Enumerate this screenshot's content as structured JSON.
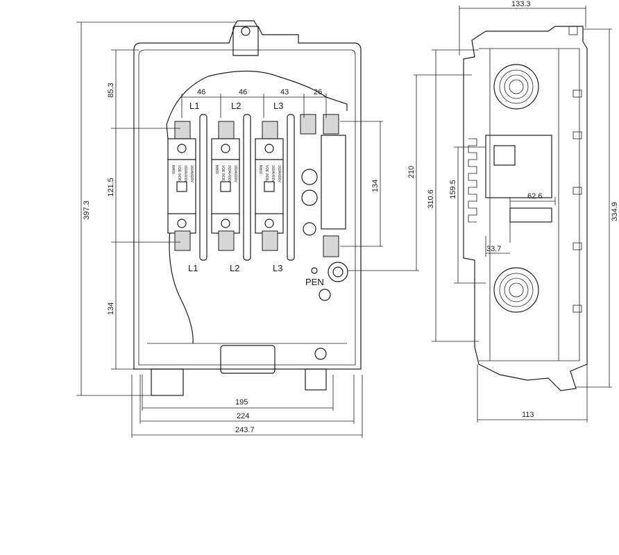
{
  "front_view": {
    "phase_labels_top": [
      "L1",
      "L2",
      "L3"
    ],
    "phase_labels_bottom": [
      "L1",
      "L2",
      "L3"
    ],
    "pen_label": "PEN",
    "pitch_dims": [
      "46",
      "46",
      "43",
      "26"
    ],
    "left_dims": [
      "85.3",
      "121.5",
      "134"
    ],
    "overall_height": "397.3",
    "bottom_dims": [
      "195",
      "224",
      "243.7"
    ],
    "inner_dims": [
      "134",
      "210"
    ],
    "fuse_text": {
      "size": "NH00",
      "standard": "VDE 0636",
      "rating": "160A/400V",
      "rating_alt": "160A/690V"
    }
  },
  "side_view": {
    "top_width": "133.3",
    "bottom_width": "113",
    "left_dims": [
      "310.6",
      "159.5"
    ],
    "right_dim": "334.9",
    "inner_dims": [
      "62.6",
      "33.7"
    ]
  }
}
